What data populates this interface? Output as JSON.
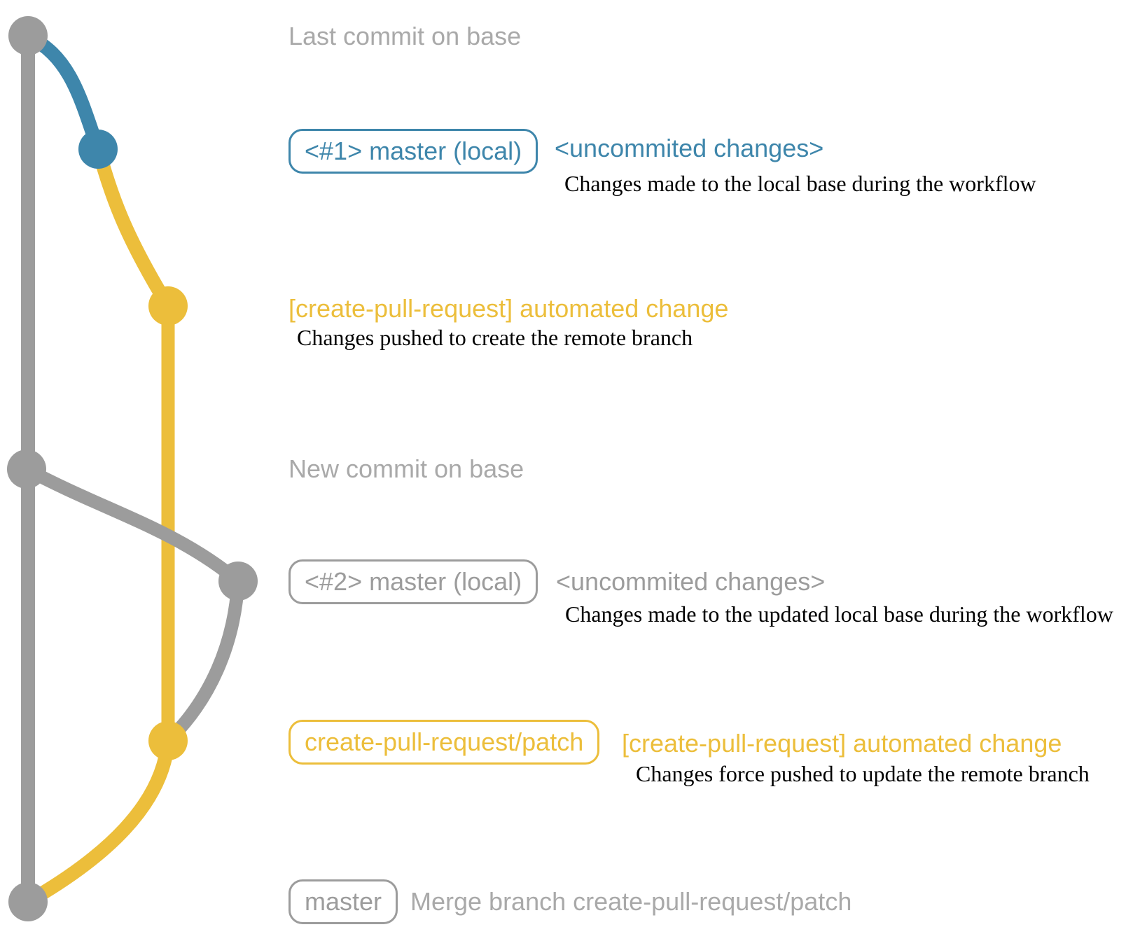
{
  "colors": {
    "blue": "#3e86ab",
    "yellow": "#ecbe3b",
    "gray": "#9c9c9c",
    "gray_text": "#a9a9a9",
    "black": "#000000",
    "background": "#ffffff"
  },
  "graph": {
    "commit_dots": [
      {
        "id": "commit-base-tip",
        "color": "gray"
      },
      {
        "id": "commit-local-1",
        "color": "blue"
      },
      {
        "id": "commit-patch-1",
        "color": "yellow"
      },
      {
        "id": "commit-base-new",
        "color": "gray"
      },
      {
        "id": "commit-local-2",
        "color": "gray"
      },
      {
        "id": "commit-patch-2",
        "color": "yellow"
      },
      {
        "id": "commit-merge",
        "color": "gray"
      }
    ]
  },
  "rows": {
    "last_commit": {
      "label": "Last commit on base"
    },
    "commit1": {
      "badge": "<#1> master (local)",
      "note": "<uncommited changes>",
      "description": "Changes made to the local base during the workflow"
    },
    "push1": {
      "label": "[create-pull-request] automated change",
      "description": "Changes pushed to create the remote branch"
    },
    "new_commit": {
      "label": "New commit on base"
    },
    "commit2": {
      "badge": "<#2> master (local)",
      "note": "<uncommited changes>",
      "description": "Changes made to the updated local base during the workflow"
    },
    "push2": {
      "badge": "create-pull-request/patch",
      "note": "[create-pull-request] automated change",
      "description": "Changes force pushed to update the remote branch"
    },
    "merge": {
      "badge": "master",
      "label": "Merge branch create-pull-request/patch"
    }
  }
}
